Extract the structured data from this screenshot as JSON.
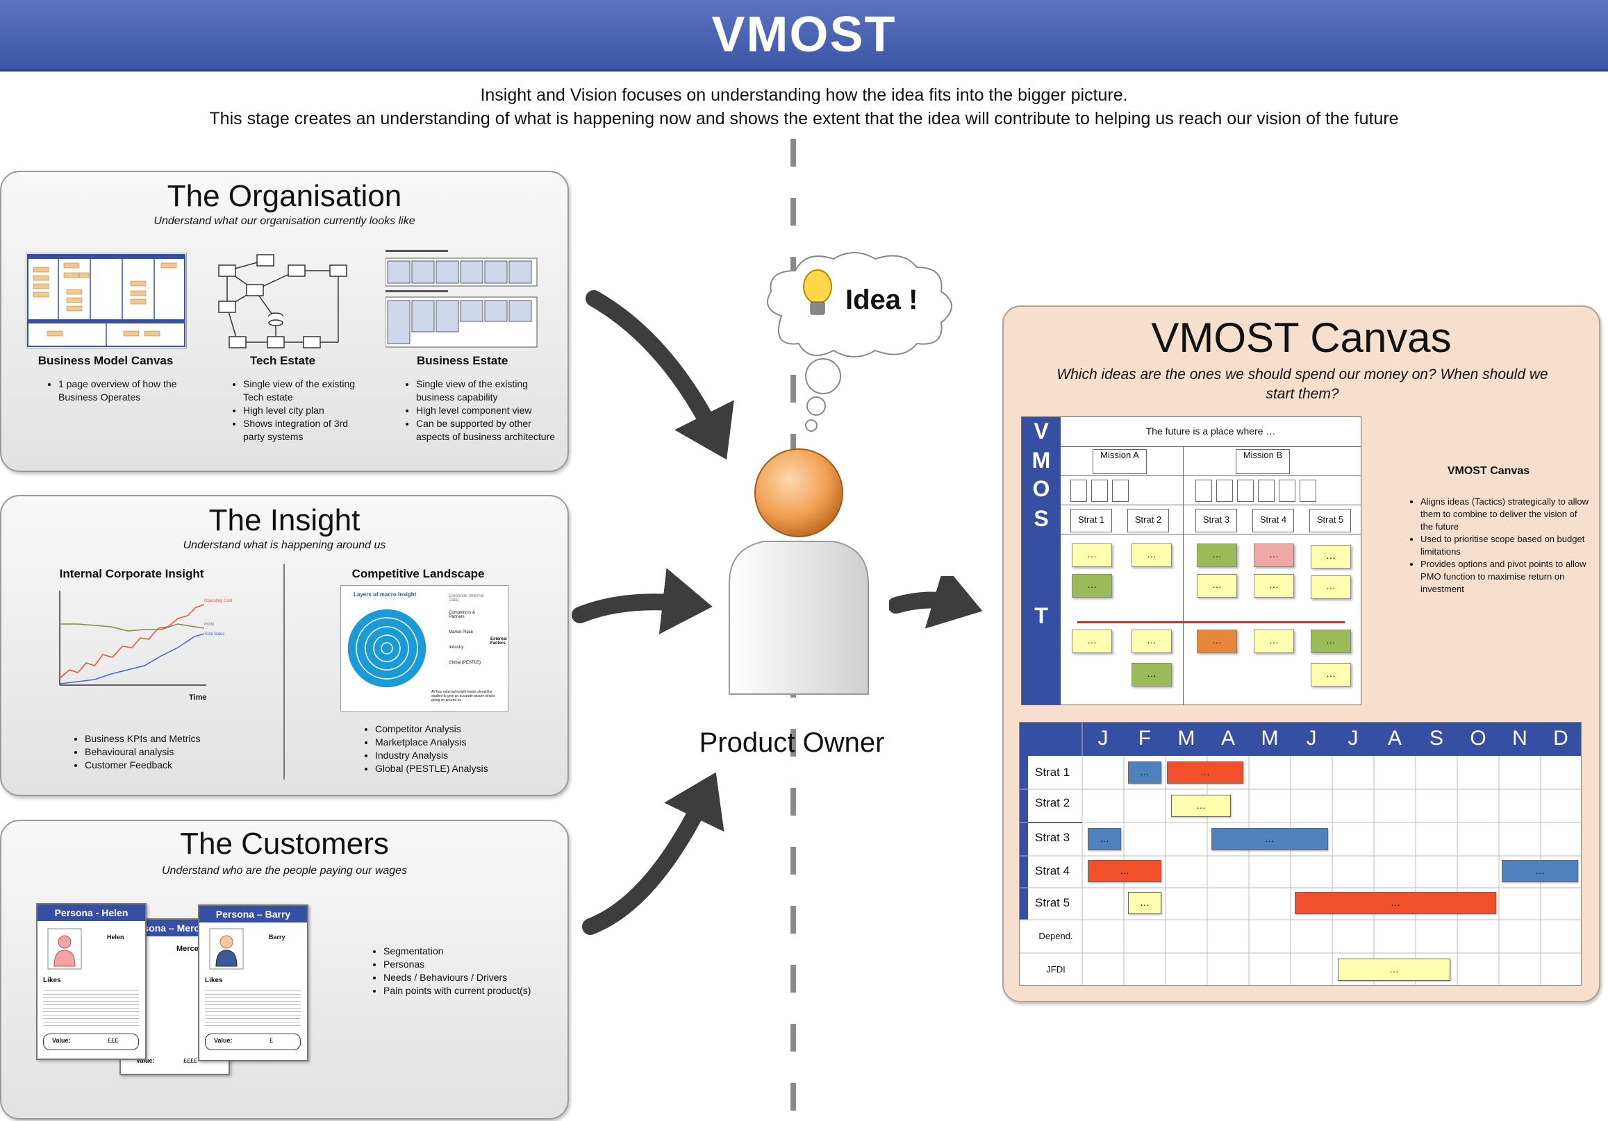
{
  "title": "VMOST",
  "intro": {
    "line1": "Insight and Vision focuses on understanding how the idea fits into the bigger picture.",
    "line2": "This stage creates an understanding of what is happening now and shows the extent that the idea will contribute to helping us reach our vision of the future"
  },
  "organisation": {
    "title": "The Organisation",
    "subtitle": "Understand what our organisation currently looks like",
    "columns": [
      {
        "label": "Business Model Canvas",
        "bullets": [
          "1 page overview of how the Business Operates"
        ]
      },
      {
        "label": "Tech Estate",
        "bullets": [
          "Single view of the existing Tech estate",
          "High level city plan",
          "Shows integration of 3rd party systems"
        ]
      },
      {
        "label": "Business Estate",
        "bullets": [
          "Single view of the existing business capability",
          "High level component view",
          "Can be supported by other aspects of business architecture"
        ]
      }
    ]
  },
  "insight": {
    "title": "The Insight",
    "subtitle": "Understand what is happening around us",
    "left": {
      "label": "Internal Corporate Insight",
      "chart_legend": [
        "Operating Cost",
        "Profit",
        "Total Sales"
      ],
      "x_label": "Time",
      "bullets": [
        "Business KPIs and Metrics",
        "Behavioural analysis",
        "Customer Feedback"
      ]
    },
    "right": {
      "label": "Competitive Landscape",
      "diagram_title": "Layers of macro insight",
      "layers": [
        "Corporate (Internal Data)",
        "Competitors & Partners",
        "Market Place",
        "Industry",
        "Global (PESTLE)"
      ],
      "external_label": "External Factors",
      "footnote": "All four external insight levels should be studied to give an accurate picture what's going on around us",
      "bullets": [
        "Competitor Analysis",
        "Marketplace Analysis",
        "Industry Analysis",
        "Global (PESTLE) Analysis"
      ]
    }
  },
  "customers": {
    "title": "The Customers",
    "subtitle": "Understand who are the people paying our wages",
    "personas": [
      {
        "header": "Persona - Helen",
        "name": "Helen",
        "likes": "Likes",
        "value_label": "Value:",
        "value": "£££"
      },
      {
        "header": "Persona – Mercedes",
        "name": "Merce",
        "value_label": "Value:",
        "value": "££££"
      },
      {
        "header": "Persona – Barry",
        "name": "Barry",
        "likes": "Likes",
        "value_label": "Value:",
        "value": "£"
      }
    ],
    "bullets": [
      "Segmentation",
      "Personas",
      "Needs / Behaviours / Drivers",
      "Pain points with current product(s)"
    ]
  },
  "idea": {
    "text": "Idea !"
  },
  "product_owner": {
    "label": "Product Owner"
  },
  "canvas": {
    "title": "VMOST Canvas",
    "subtitle": "Which ideas are the ones we should spend our money on? When should we start them?",
    "letters": [
      "V",
      "M",
      "O",
      "S",
      "T"
    ],
    "vision": "The future is a place where …",
    "missions": [
      "Mission A",
      "Mission B"
    ],
    "strategies": [
      "Strat 1",
      "Strat 2",
      "Strat 3",
      "Strat 4",
      "Strat 5"
    ],
    "sticky_text": "…",
    "side": {
      "title": "VMOST Canvas",
      "bullets": [
        "Aligns ideas (Tactics) strategically to allow them to combine to deliver the vision of the future",
        "Used to prioritise scope based on budget limitations",
        "Provides options and pivot points to allow PMO function to maximise return on investment"
      ]
    },
    "gantt": {
      "months": [
        "J",
        "F",
        "M",
        "A",
        "M",
        "J",
        "J",
        "A",
        "S",
        "O",
        "N",
        "D"
      ],
      "rows": [
        "Strat 1",
        "Strat 2",
        "Strat 3",
        "Strat 4",
        "Strat 5",
        "Depend.",
        "JFDI"
      ],
      "groups": [
        "Mission A",
        "Mission B"
      ],
      "bar_text": "…"
    }
  }
}
